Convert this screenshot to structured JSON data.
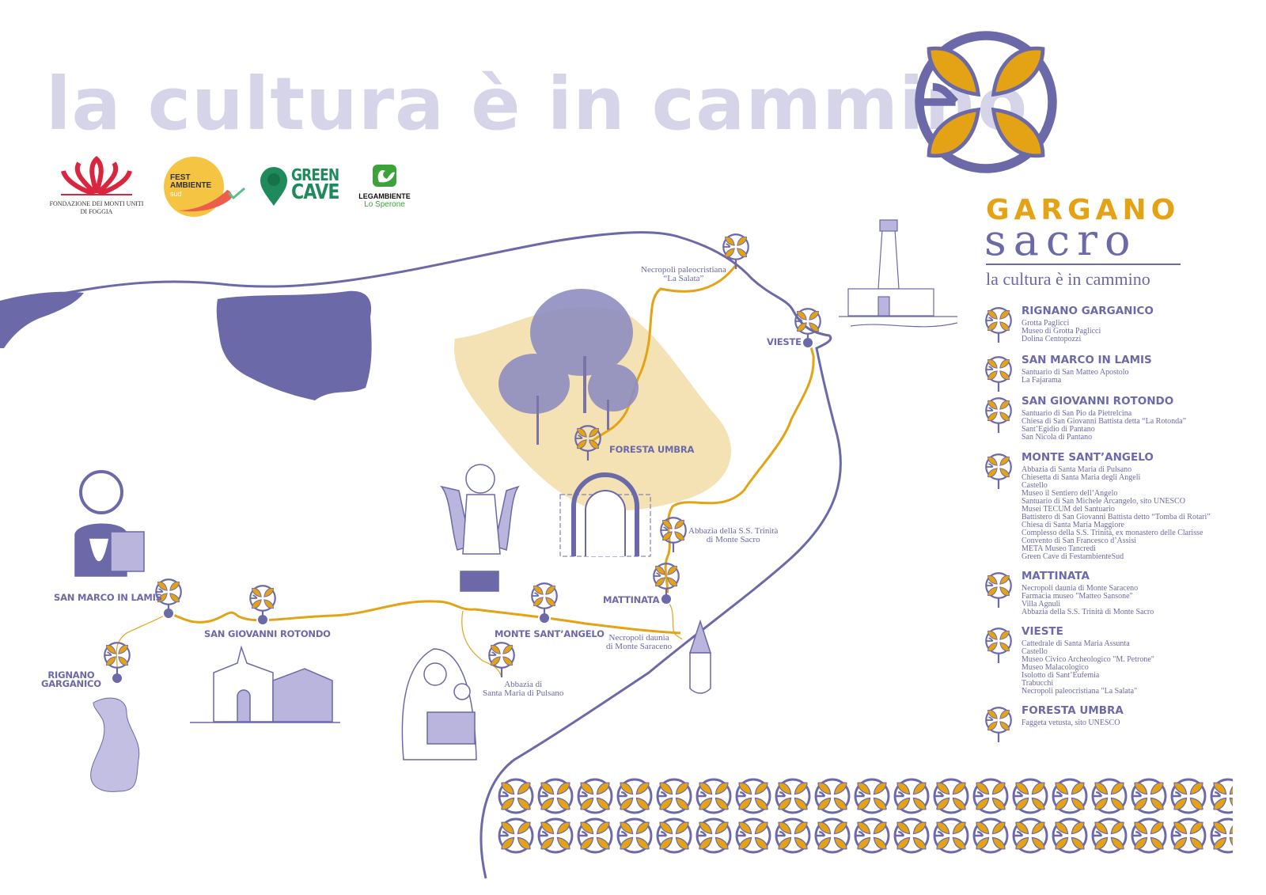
{
  "title": "la cultura è in cammino",
  "colors": {
    "purple": "#6b69a8",
    "gold": "#e4a315",
    "title": "#d5d4e8",
    "forest": "#f4e2b4",
    "green": "#1f8a5b",
    "red": "#d7263d"
  },
  "logos": {
    "fondazione": {
      "line1": "Fondazione dei Monti Uniti",
      "line2": "di Foggia"
    },
    "festambiente": {
      "line1": "FEST",
      "line2": "AMBIENTE",
      "line3": "sud"
    },
    "greencave": {
      "line1": "GREEN",
      "line2": "CAVE"
    },
    "legambiente": {
      "line1": "LEGAMBIENTE",
      "line2": "Lo Sperone"
    }
  },
  "brand": {
    "line1": "GARGANO",
    "line2": "sacro",
    "line3": "la cultura è in cammino"
  },
  "map": {
    "towns": {
      "san_marco": "SAN MARCO IN LAMIS",
      "san_giovanni": "SAN GIOVANNI ROTONDO",
      "rignano1": "RIGNANO",
      "rignano2": "GARGANICO",
      "monte": "MONTE SANT’ANGELO",
      "mattinata": "MATTINATA",
      "vieste": "VIESTE",
      "foresta": "FORESTA UMBRA"
    },
    "sites": {
      "salata1": "Necropoli paleocristiana",
      "salata2": "“La Salata”",
      "trinita1": "Abbazia della S.S. Trinità",
      "trinita2": "di Monte Sacro",
      "saraceno1": "Necropoli daunia",
      "saraceno2": "di Monte Saraceno",
      "pulsano1": "Abbazia di",
      "pulsano2": "Santa Maria di Pulsano"
    }
  },
  "legend": [
    {
      "title": "RIGNANO GARGANICO",
      "items": [
        "Grotta Paglicci",
        "Museo di Grotta Paglicci",
        "Dolina Centopozzi"
      ]
    },
    {
      "title": "SAN MARCO IN LAMIS",
      "items": [
        "Santuario di San Matteo Apostolo",
        "La Fajarama"
      ]
    },
    {
      "title": "SAN GIOVANNI ROTONDO",
      "items": [
        "Santuario di San Pio da Pietrelcina",
        "Chiesa di San Giovanni Battista detta “La Rotonda”",
        "Sant’Egidio di Pantano",
        "San Nicola di Pantano"
      ]
    },
    {
      "title": "MONTE SANT’ANGELO",
      "items": [
        "Abbazia di Santa Maria di Pulsano",
        "Chiesetta di Santa Maria degli Angeli",
        "Castello",
        "Museo il Sentiero dell’Angelo",
        "Santuario di San Michele Arcangelo, sito UNESCO",
        "Musei TECUM del Santuario",
        "Battistero di San Giovanni Battista detto “Tomba di Rotari”",
        "Chiesa di Santa Maria Maggiore",
        "Complesso della S.S. Trinità, ex monastero delle Clarisse",
        "Convento di San Francesco d’Assisi",
        "META Museo Tancredi",
        "Green Cave di FestambienteSud"
      ]
    },
    {
      "title": "MATTINATA",
      "items": [
        "Necropoli daunia di Monte Saraceno",
        "Farmacia museo \"Matteo Sansone\"",
        "Villa Agnuli",
        "Abbazia della S.S. Trinità di Monte Sacro"
      ]
    },
    {
      "title": "VIESTE",
      "items": [
        "Cattedrale di Santa Maria Assunta",
        "Castello",
        "Museo Civico Archeologico \"M. Petrone\"",
        "Museo Malacologico",
        "Isolotto di Sant’Eufemia",
        "Trabucchi",
        "Necropoli paleocristiana \"La Salata\""
      ]
    },
    {
      "title": "FORESTA UMBRA",
      "items": [
        "Faggeta vetusta, sito UNESCO"
      ]
    }
  ]
}
